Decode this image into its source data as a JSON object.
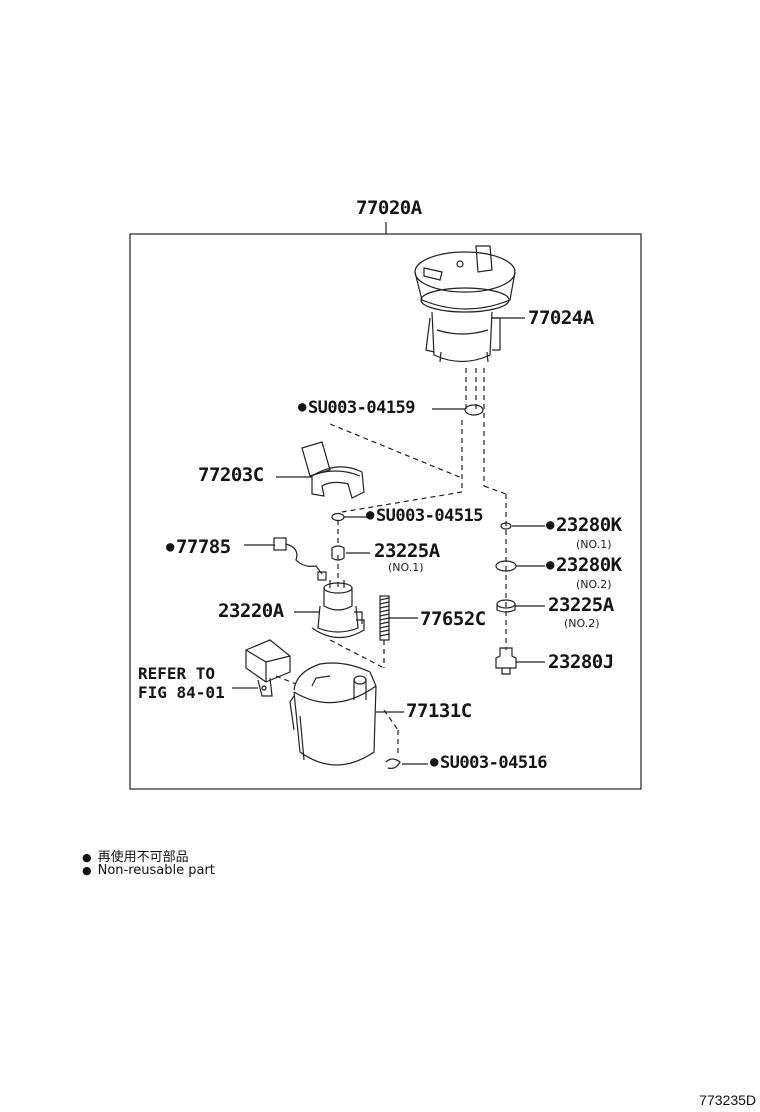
{
  "parts": {
    "assembly": "77020A",
    "cover": "77024A",
    "seal_1": "SU003-04159",
    "bracket": "77203C",
    "seal_2": "SU003-04515",
    "wire": "77785",
    "filter_no1": "23225A",
    "filter_no1_note": "(NO.1)",
    "pump": "23220A",
    "spring": "77652C",
    "ring_no1": "23280K",
    "ring_no1_note": "(NO.1)",
    "ring_no2": "23280K",
    "ring_no2_note": "(NO.2)",
    "filter_no2": "23225A",
    "filter_no2_note": "(NO.2)",
    "regulator": "23280J",
    "tank": "77131C",
    "clip": "SU003-04516",
    "refer_line1": "REFER TO",
    "refer_line2": "FIG 84-01"
  },
  "legend": {
    "jp": "再使用不可部品",
    "en": "Non-reusable part"
  },
  "figure_code": "773235D"
}
